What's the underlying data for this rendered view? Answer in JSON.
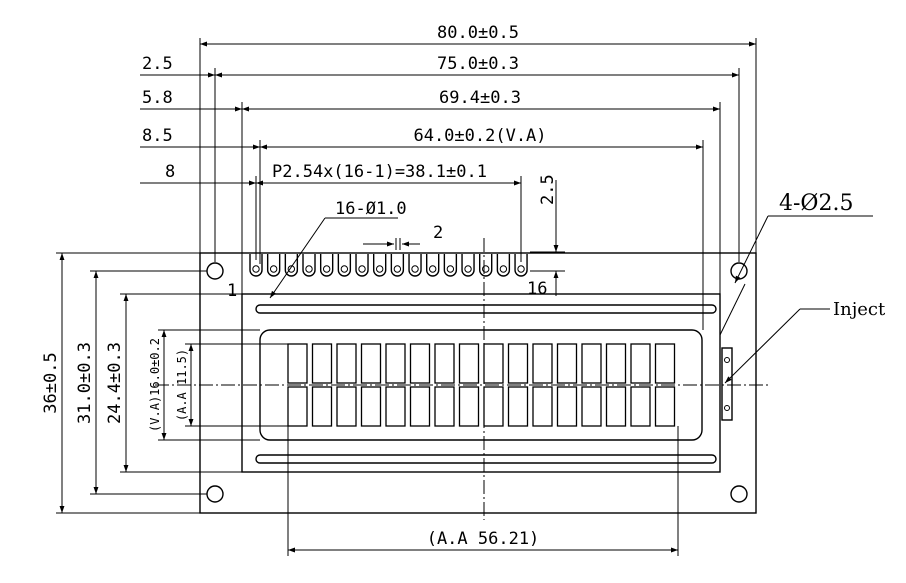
{
  "dimensions": {
    "overall_width": "80.0±0.5",
    "hole_pitch_width": "75.0±0.3",
    "bezel_width": "69.4±0.3",
    "viewing_area_width": "64.0±0.2(V.A)",
    "offset_2_5": "2.5",
    "offset_5_8": "5.8",
    "offset_8_5": "8.5",
    "offset_8": "8",
    "pin_pitch": "P2.54x(16-1)=38.1±0.1",
    "pin_height": "2.5",
    "pin_holes": "16-Ø1.0",
    "pin_spacing": "2",
    "mount_holes": "4-Ø2.5",
    "pin_first": "1",
    "pin_last": "16",
    "inject_label": "Inject",
    "overall_height": "36±0.5",
    "hole_pitch_height": "31.0±0.3",
    "bezel_height": "24.4±0.3",
    "viewing_area_height": "(V.A)16.0±0.2",
    "active_area_height": "(A.A 11.5)",
    "active_area_width": "(A.A 56.21)"
  }
}
